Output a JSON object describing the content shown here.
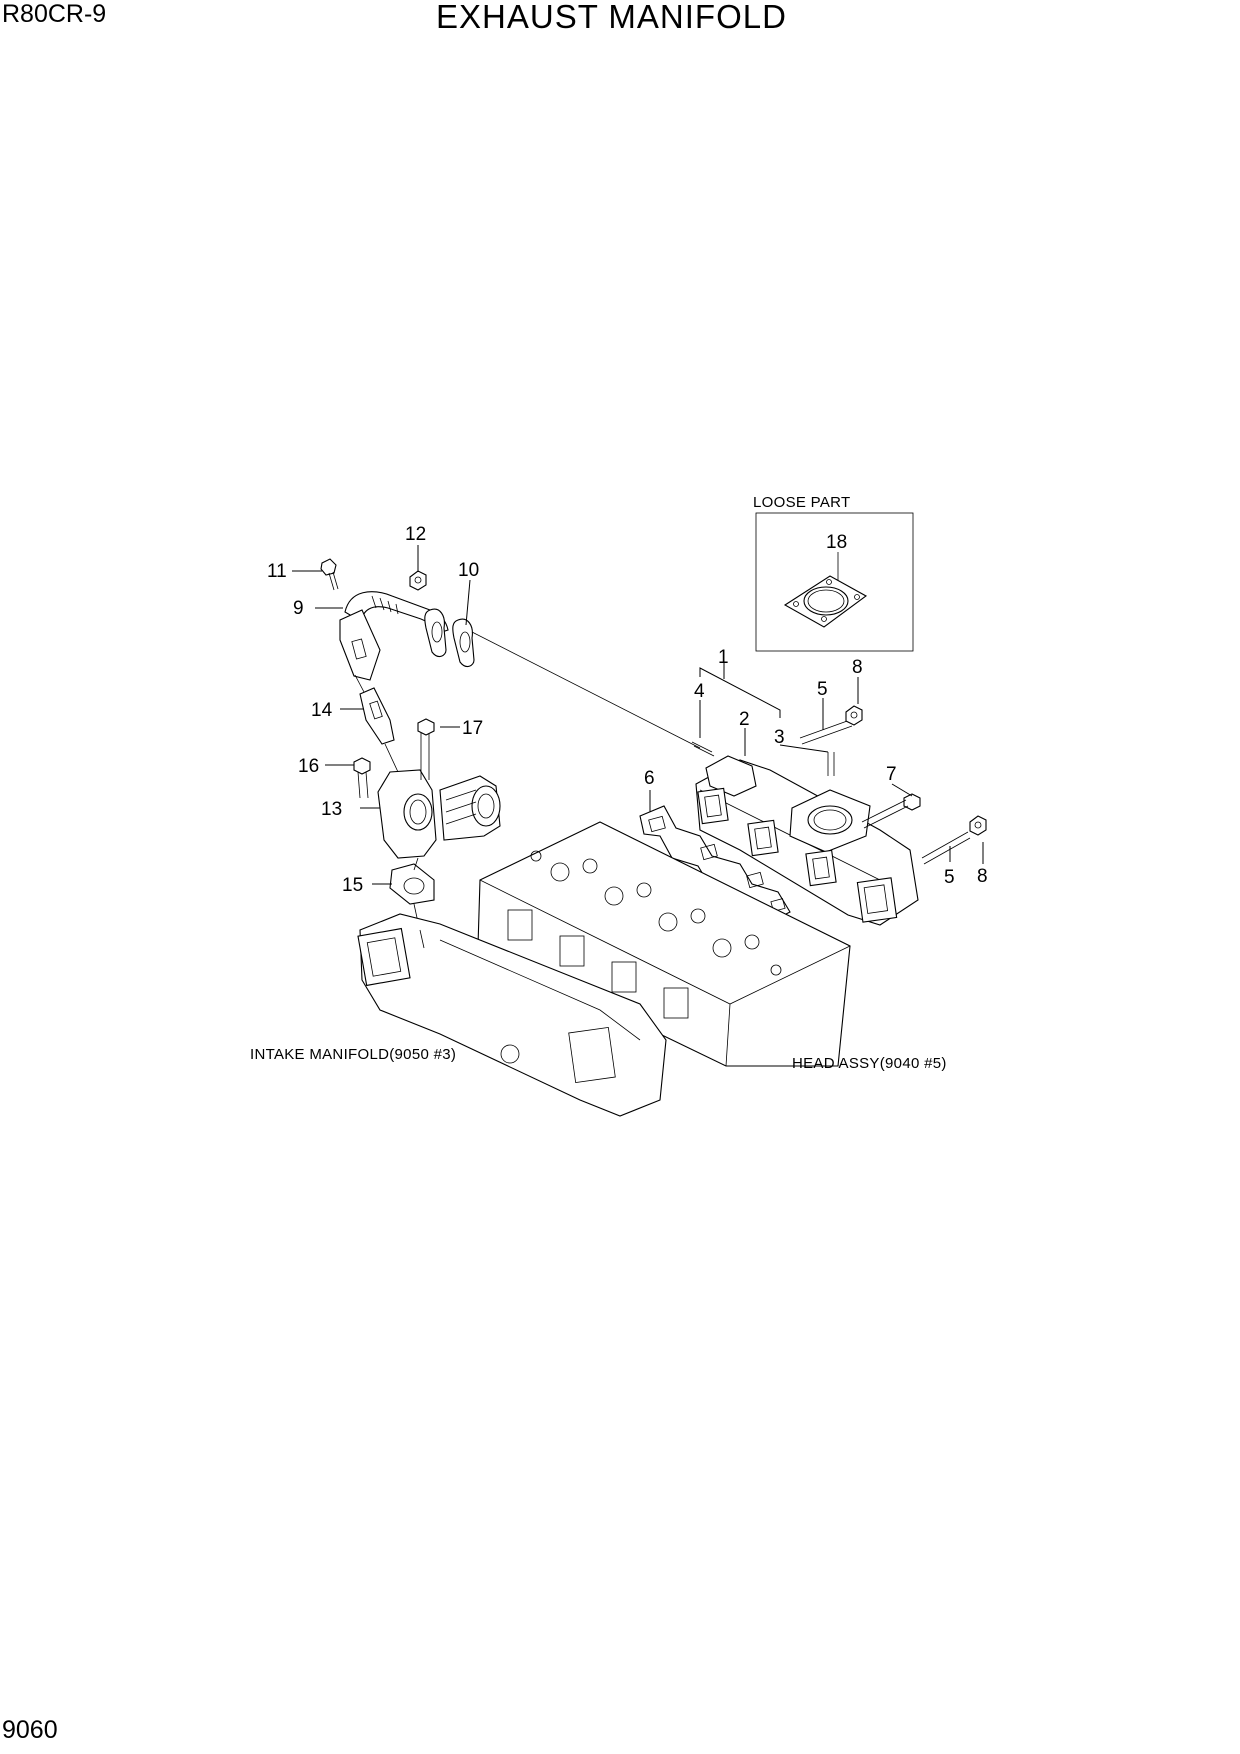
{
  "header": {
    "model": "R80CR-9",
    "title": "EXHAUST MANIFOLD"
  },
  "footer": {
    "page_number": "9060"
  },
  "loose_part": {
    "label": "LOOSE PART",
    "item": "18"
  },
  "references": {
    "intake": "INTAKE MANIFOLD(9050 #3)",
    "head": "HEAD ASSY(9040 #5)"
  },
  "callouts": {
    "c1": "1",
    "c2": "2",
    "c3": "3",
    "c4": "4",
    "c5a": "5",
    "c5b": "5",
    "c6": "6",
    "c7": "7",
    "c8a": "8",
    "c8b": "8",
    "c9": "9",
    "c10": "10",
    "c11": "11",
    "c12": "12",
    "c13": "13",
    "c14": "14",
    "c15": "15",
    "c16": "16",
    "c17": "17"
  }
}
